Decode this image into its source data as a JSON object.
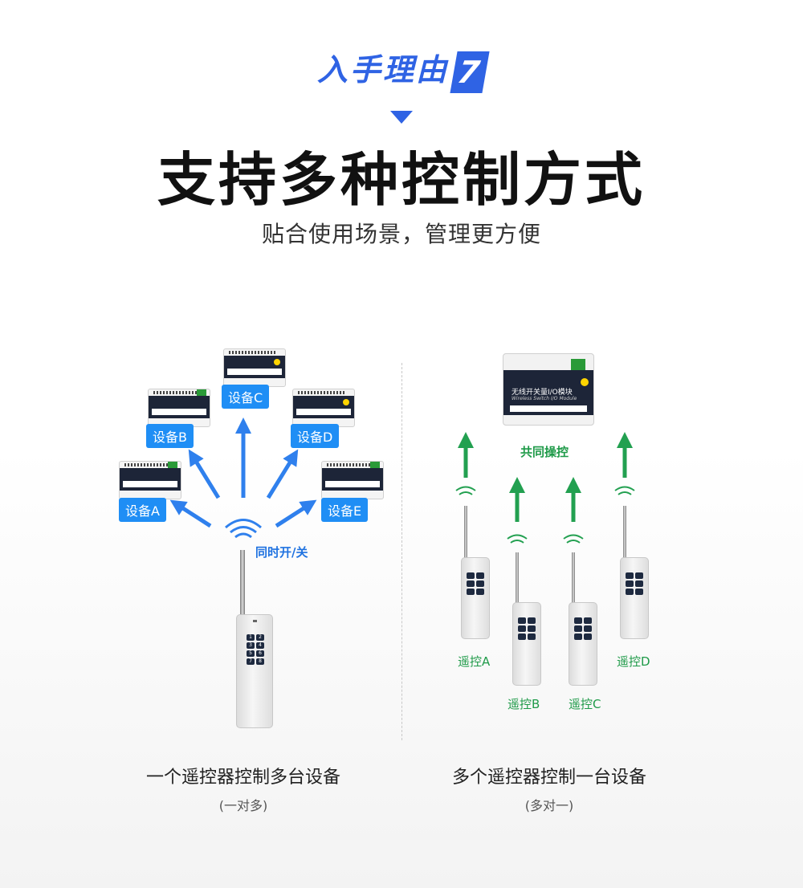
{
  "header": {
    "reason_label": "入手理由",
    "reason_number": "7",
    "title": "支持多种控制方式",
    "subtitle": "贴合使用场景，管理更方便"
  },
  "left_panel": {
    "devices": [
      "设备A",
      "设备B",
      "设备C",
      "设备D",
      "设备E"
    ],
    "signal_label": "同时开/关",
    "caption": "一个遥控器控制多台设备",
    "caption_sub": "(一对多)"
  },
  "right_panel": {
    "module_label": "无线开关量I/O模块",
    "module_sublabel": "Wireless Switch I/O Module",
    "shared_label": "共同操控",
    "remotes": [
      "遥控A",
      "遥控B",
      "遥控C",
      "遥控D"
    ],
    "caption": "多个遥控器控制一台设备",
    "caption_sub": "(多对一)"
  },
  "keypad_digits": [
    "1",
    "2",
    "3",
    "4",
    "5",
    "6",
    "7",
    "8"
  ],
  "colors": {
    "accent_blue": "#2f63e4",
    "tag_blue": "#1f8ef5",
    "arrow_green": "#1e9a48"
  }
}
